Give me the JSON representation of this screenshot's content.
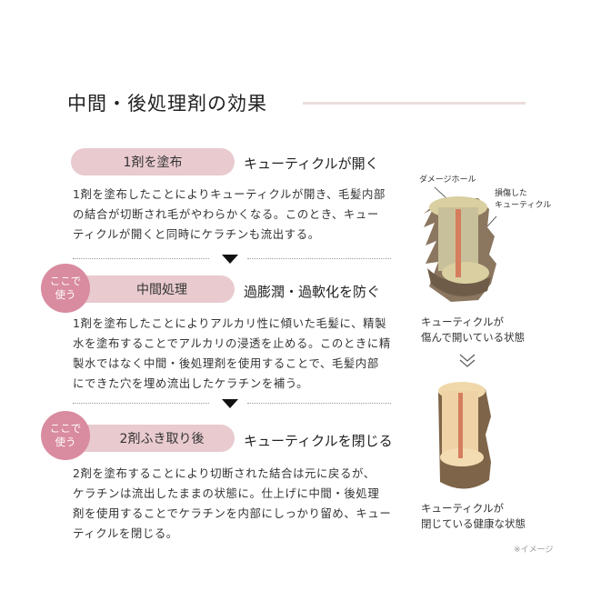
{
  "title": "中間・後処理剤の効果",
  "steps": [
    {
      "label": "1剤を塗布",
      "heading": "キューティクルが開く",
      "body": [
        "1剤を塗布したことによりキューティクルが開き、毛髪内部",
        "の結合が切断され毛がやわらかくなる。このとき、キュー",
        "ティクルが開くと同時にケラチンも流出する。"
      ]
    },
    {
      "badge": [
        "ここで",
        "使う"
      ],
      "label": "中間処理",
      "heading": "過膨潤・過軟化を防ぐ",
      "body": [
        " 1剤を塗布したことによりアルカリ性に傾いた毛髪に、精製",
        "水を塗布することでアルカリの浸透を止める。このときに精",
        "製水ではなく中間・後処理剤を使用することで、毛髪内部",
        "にできた穴を埋め流出したケラチンを補う。"
      ]
    },
    {
      "badge": [
        "ここで",
        "使う"
      ],
      "label": "2剤ふき取り後",
      "heading": "キューティクルを閉じる",
      "body": [
        "2剤を塗布することにより切断された結合は元に戻るが、",
        "ケラチンは流出したままの状態に。仕上げに中間・後処理",
        "剤を使用することでケラチンを内部にしっかり留め、キュー",
        "ティクルを閉じる。"
      ]
    }
  ],
  "illustration": {
    "damaged_labels": {
      "hole": "ダメージホール",
      "cuticle": [
        "損傷した",
        "キューティクル"
      ]
    },
    "damaged_caption": [
      "キューティクルが",
      "傷んで開いている状態"
    ],
    "healthy_caption": [
      "キューティクルが",
      "閉じている健康な状態"
    ],
    "note": "※イメージ"
  },
  "colors": {
    "pill": "#e8cacf",
    "badge": "#d98b9f",
    "line": "#ecdcdc"
  }
}
